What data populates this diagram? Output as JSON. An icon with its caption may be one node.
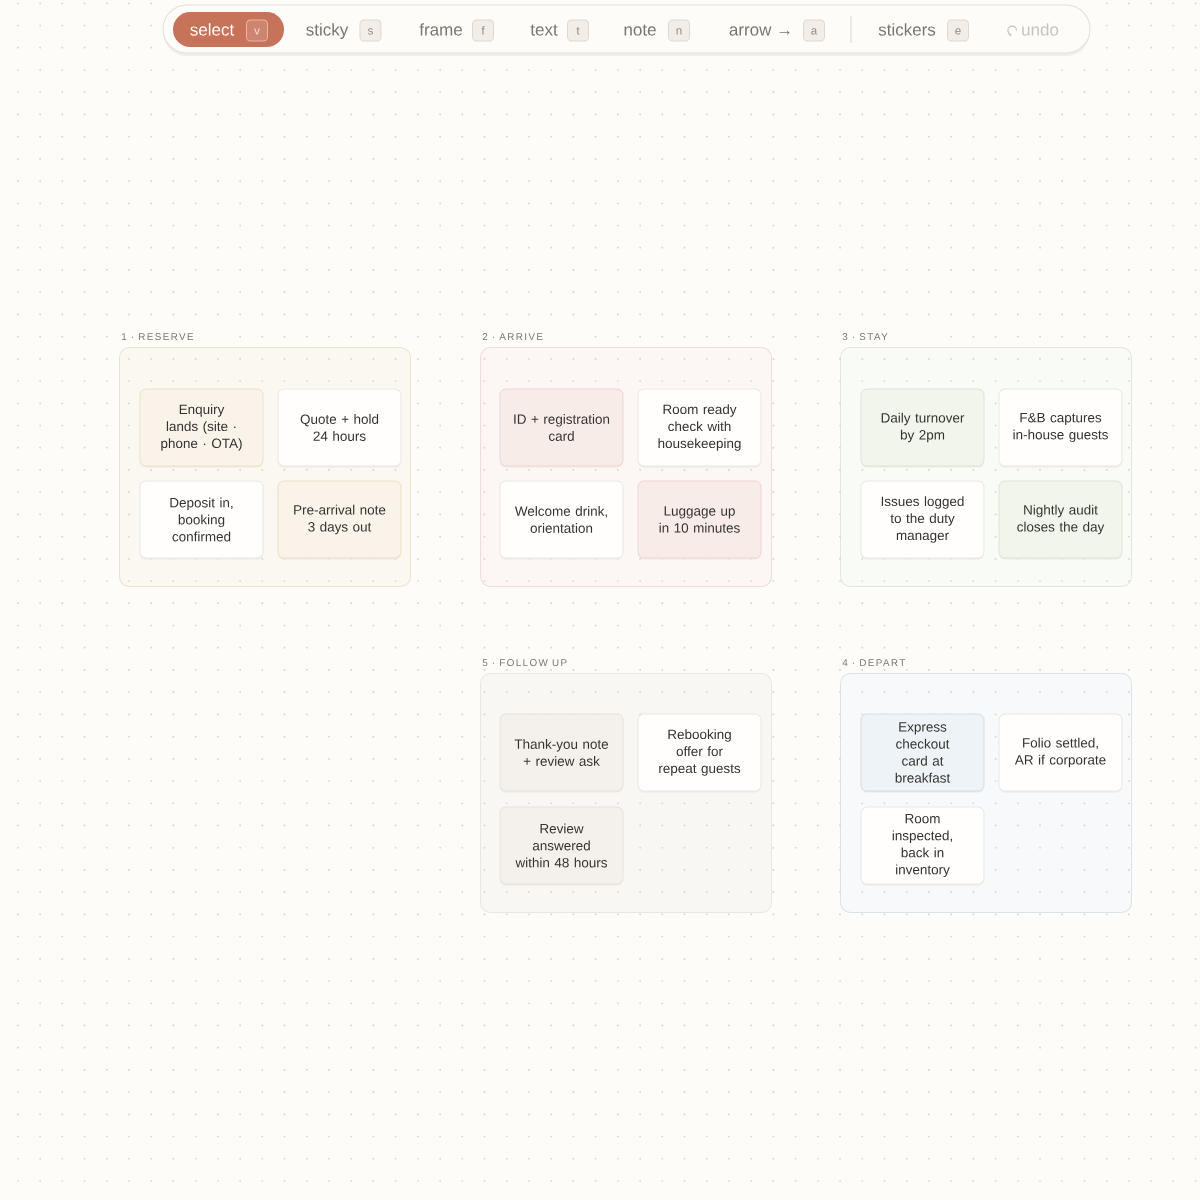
{
  "diagram": {
    "nodes": [
      {
        "text": [
          "1 · RESERVE"
        ]
      },
      {
        "text": [
          "Enquiry lands (site · phone · OTA)"
        ],
        "in": 0
      },
      {
        "text": [
          "Quote + hold 24 hours"
        ],
        "in": 0
      },
      {
        "text": [
          "Deposit in, booking confirmed"
        ],
        "in": 0
      },
      {
        "text": [
          "Pre-arrival note 3 days out"
        ],
        "in": 0
      },
      {
        "text": [
          "2 · ARRIVE"
        ]
      },
      {
        "text": [
          "ID + registration card"
        ],
        "in": 5
      },
      {
        "text": [
          "Room ready check with housekeeping"
        ],
        "in": 5
      },
      {
        "text": [
          "Welcome drink, orientation"
        ],
        "in": 5
      },
      {
        "text": [
          "Luggage up in 10 minutes"
        ],
        "in": 5
      },
      {
        "text": [
          "3 · STAY"
        ]
      },
      {
        "text": [
          "Daily turnover by 2pm"
        ],
        "in": 10
      },
      {
        "text": [
          "F&B captures in-house guests"
        ],
        "in": 10
      },
      {
        "text": [
          "Issues logged to the duty manager"
        ],
        "in": 10
      },
      {
        "text": [
          "Nightly audit closes the day"
        ],
        "in": 10
      },
      {
        "text": [
          "5 · FOLLOW UP"
        ]
      },
      {
        "text": [
          "Thank-you note + review ask"
        ],
        "in": 15
      },
      {
        "text": [
          "Rebooking offer for repeat guests"
        ],
        "in": 15
      },
      {
        "text": [
          "Review answered within 48 hours"
        ],
        "in": 15
      },
      {
        "text": [
          "4 · DEPART"
        ]
      },
      {
        "text": [
          "Express checkout card at breakfast"
        ],
        "in": 19
      },
      {
        "text": [
          "Folio settled, AR if corporate"
        ],
        "in": 19
      },
      {
        "text": [
          "Room inspected, back in inventory"
        ],
        "in": 19
      }
    ],
    "labels": [
      "select",
      "v",
      "sticky",
      "s",
      "frame",
      "f",
      "text",
      "t",
      "note",
      "n",
      "arrow →",
      "a",
      "stickers",
      "e",
      "undo"
    ]
  }
}
